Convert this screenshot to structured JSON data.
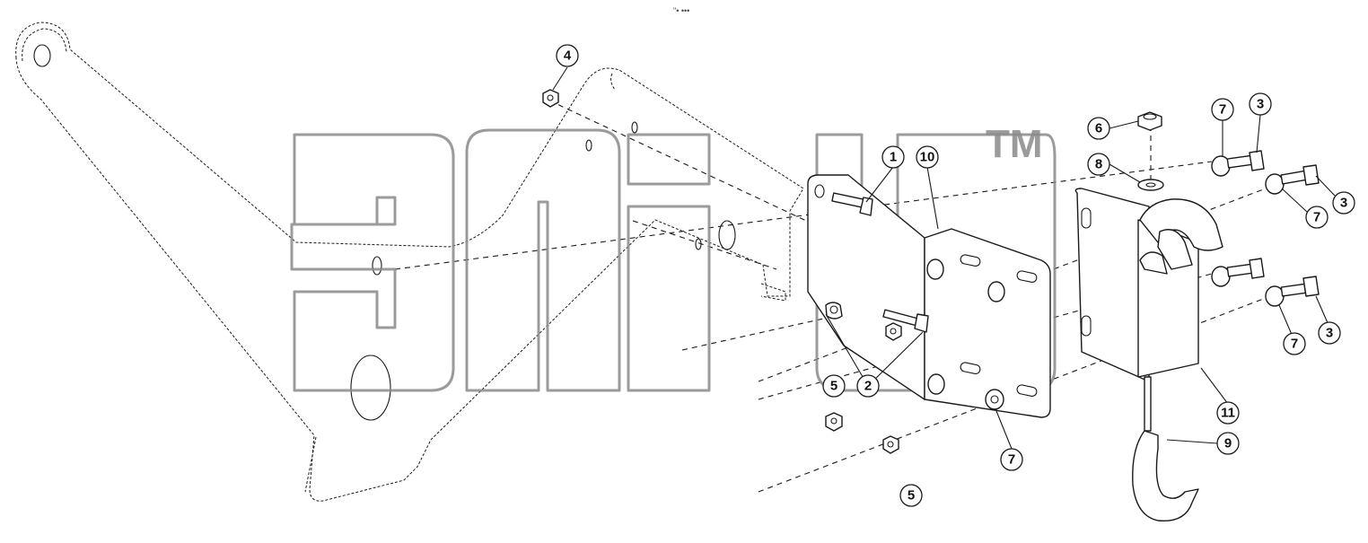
{
  "top_mark": "\"• •••",
  "watermark": {
    "trademark": "TM"
  },
  "callouts": [
    {
      "id": "c1",
      "label": "1"
    },
    {
      "id": "c2",
      "label": "2"
    },
    {
      "id": "c3a",
      "label": "3"
    },
    {
      "id": "c3b",
      "label": "3"
    },
    {
      "id": "c3c",
      "label": "3"
    },
    {
      "id": "c4",
      "label": "4"
    },
    {
      "id": "c5a",
      "label": "5"
    },
    {
      "id": "c5b",
      "label": "5"
    },
    {
      "id": "c6",
      "label": "6"
    },
    {
      "id": "c7a",
      "label": "7"
    },
    {
      "id": "c7b",
      "label": "7"
    },
    {
      "id": "c7c",
      "label": "7"
    },
    {
      "id": "c7d",
      "label": "7"
    },
    {
      "id": "c8",
      "label": "8"
    },
    {
      "id": "c9",
      "label": "9"
    },
    {
      "id": "c10",
      "label": "10"
    },
    {
      "id": "c11",
      "label": "11"
    }
  ]
}
